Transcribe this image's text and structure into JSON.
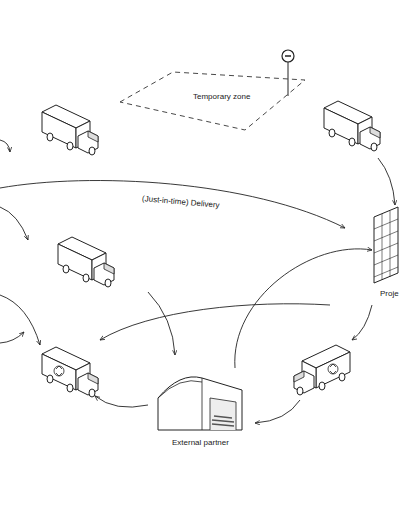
{
  "diagram": {
    "nodes": [
      {
        "text": [
          "Temporary zone"
        ]
      },
      {
        "text": [
          "Proje"
        ]
      },
      {
        "text": [
          "External partner"
        ]
      }
    ],
    "edges": [
      {
        "from": 2,
        "to": 1,
        "arrow": "to"
      }
    ],
    "labels": [
      "(Just-in-time) Delivery"
    ]
  }
}
